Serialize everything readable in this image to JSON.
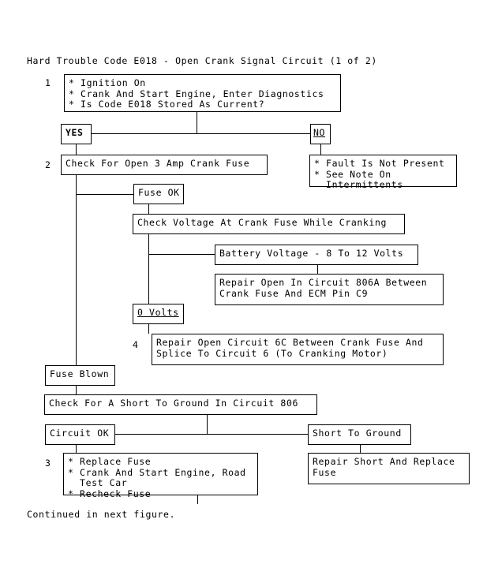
{
  "figure": {
    "title": "Hard Trouble Code E018 - Open Crank Signal Circuit (1 of 2)",
    "footer": "Continued in next figure.",
    "ink_color": "#000000",
    "background_color": "#ffffff"
  },
  "step_numbers": {
    "one": "1",
    "two": "2",
    "three": "3",
    "four": "4"
  },
  "nodes": {
    "step1": "* Ignition On\n* Crank And Start Engine, Enter Diagnostics\n* Is Code E018 Stored As Current?",
    "yes_label": "YES",
    "no_label": "NO",
    "step2": "Check For Open 3 Amp Crank Fuse",
    "fault_not_present": "* Fault Is Not Present\n* See Note On\n  Intermittents",
    "fuse_ok": "Fuse OK",
    "check_voltage": "Check Voltage At Crank Fuse While Cranking",
    "battery_voltage": "Battery Voltage - 8 To 12 Volts",
    "repair_806a": "Repair Open In Circuit 806A Between\nCrank Fuse And ECM Pin C9",
    "zero_volts": "0 Volts",
    "step4": "Repair Open Circuit 6C Between Crank Fuse And\nSplice To Circuit 6 (To Cranking Motor)",
    "fuse_blown": "Fuse Blown",
    "check_short": "Check For A Short To Ground In Circuit 806",
    "circuit_ok": "Circuit OK",
    "short_to_ground": "Short To Ground",
    "step3": "* Replace Fuse\n* Crank And Start Engine, Road\n  Test Car\n* Recheck Fuse",
    "repair_short": "Repair Short And Replace\nFuse"
  }
}
